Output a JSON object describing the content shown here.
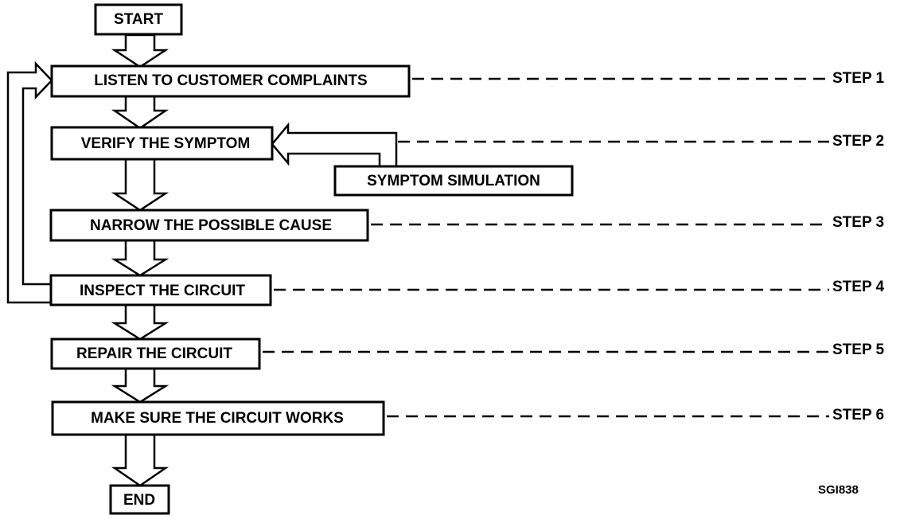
{
  "flowchart": {
    "nodes": {
      "start": "START",
      "listen": "LISTEN TO CUSTOMER COMPLAINTS",
      "verify": "VERIFY THE SYMPTOM",
      "simulation": "SYMPTOM SIMULATION",
      "narrow": "NARROW THE POSSIBLE CAUSE",
      "inspect": "INSPECT THE CIRCUIT",
      "repair": "REPAIR THE CIRCUIT",
      "make_sure": "MAKE SURE THE CIRCUIT WORKS",
      "end": "END"
    },
    "steps": [
      "STEP 1",
      "STEP 2",
      "STEP 3",
      "STEP 4",
      "STEP 5",
      "STEP 6"
    ],
    "figure_code": "SGI838"
  }
}
